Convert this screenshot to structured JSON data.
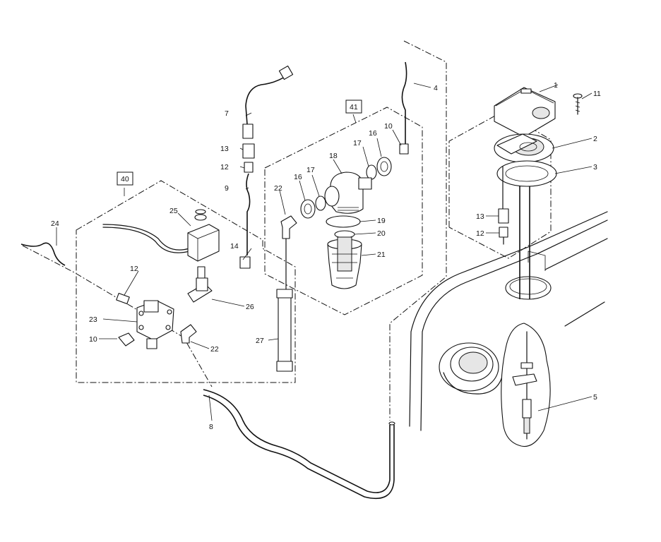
{
  "callouts": {
    "c1": "1",
    "c2": "2",
    "c3": "3",
    "c4": "4",
    "c5": "5",
    "c7": "7",
    "c8": "8",
    "c9": "9",
    "c10a": "10",
    "c10b": "10",
    "c11": "11",
    "c12a": "12",
    "c12b": "12",
    "c12c": "12",
    "c13a": "13",
    "c13b": "13",
    "c14": "14",
    "c16a": "16",
    "c16b": "16",
    "c17a": "17",
    "c17b": "17",
    "c18": "18",
    "c19": "19",
    "c20": "20",
    "c21": "21",
    "c22a": "22",
    "c22b": "22",
    "c23": "23",
    "c24": "24",
    "c25": "25",
    "c26": "26",
    "c27": "27",
    "box40": "40",
    "box41": "41"
  }
}
